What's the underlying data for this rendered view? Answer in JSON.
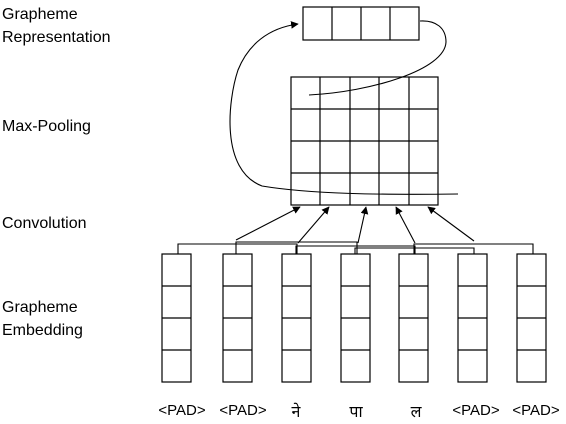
{
  "labels": {
    "grapheme_representation": "Grapheme\nRepresentation",
    "max_pooling": "Max-Pooling",
    "convolution": "Convolution",
    "grapheme_embedding": "Grapheme\nEmbedding"
  },
  "tokens": [
    "<PAD>",
    "<PAD>",
    "ने",
    "पा",
    "ल",
    "<PAD>",
    "<PAD>"
  ],
  "colors": {
    "stroke": "#000000",
    "background": "#ffffff"
  }
}
